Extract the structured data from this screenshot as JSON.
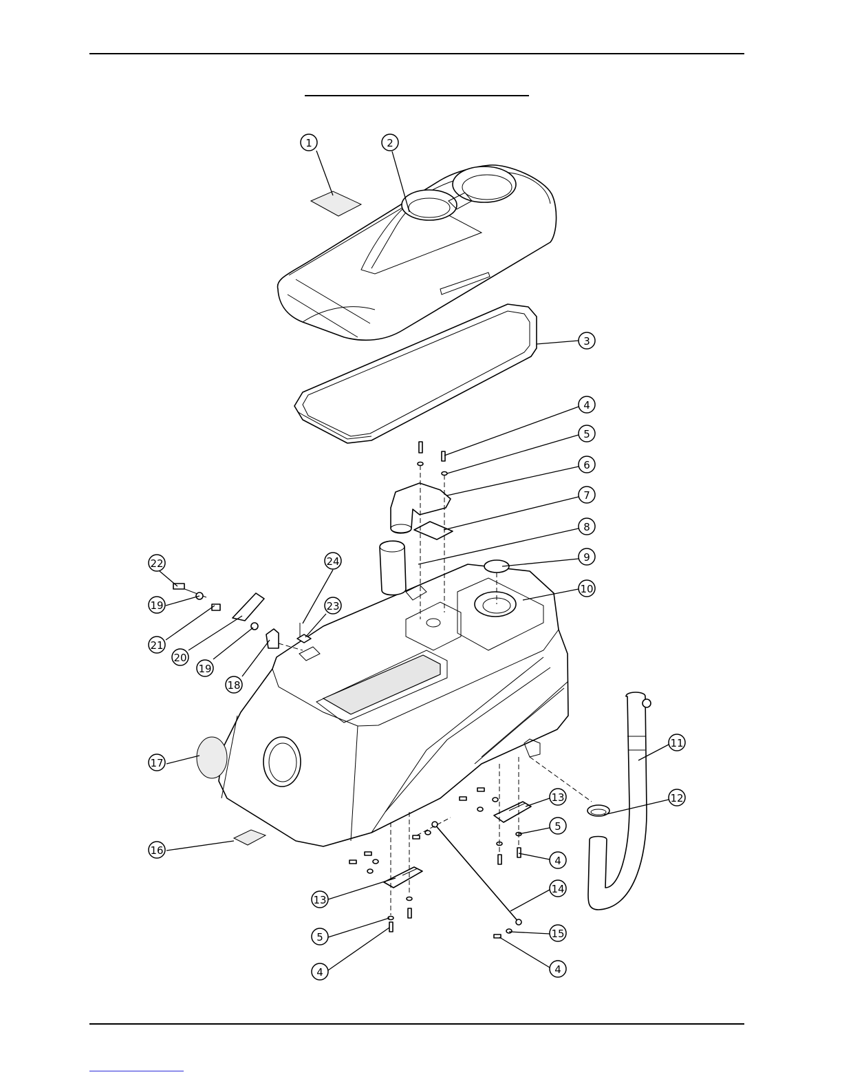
{
  "callouts": [
    {
      "id": "c1",
      "label": "1"
    },
    {
      "id": "c2",
      "label": "2"
    },
    {
      "id": "c3",
      "label": "3"
    },
    {
      "id": "c4a",
      "label": "4"
    },
    {
      "id": "c5a",
      "label": "5"
    },
    {
      "id": "c6",
      "label": "6"
    },
    {
      "id": "c7",
      "label": "7"
    },
    {
      "id": "c8",
      "label": "8"
    },
    {
      "id": "c9",
      "label": "9"
    },
    {
      "id": "c10",
      "label": "10"
    },
    {
      "id": "c11",
      "label": "11"
    },
    {
      "id": "c12",
      "label": "12"
    },
    {
      "id": "c13a",
      "label": "13"
    },
    {
      "id": "c5b",
      "label": "5"
    },
    {
      "id": "c4b",
      "label": "4"
    },
    {
      "id": "c14",
      "label": "14"
    },
    {
      "id": "c15",
      "label": "15"
    },
    {
      "id": "c4c",
      "label": "4"
    },
    {
      "id": "c13b",
      "label": "13"
    },
    {
      "id": "c5c",
      "label": "5"
    },
    {
      "id": "c4d",
      "label": "4"
    },
    {
      "id": "c16",
      "label": "16"
    },
    {
      "id": "c17",
      "label": "17"
    },
    {
      "id": "c18",
      "label": "18"
    },
    {
      "id": "c19a",
      "label": "19"
    },
    {
      "id": "c20",
      "label": "20"
    },
    {
      "id": "c21",
      "label": "21"
    },
    {
      "id": "c22",
      "label": "22"
    },
    {
      "id": "c19b",
      "label": "19"
    },
    {
      "id": "c23",
      "label": "23"
    },
    {
      "id": "c24",
      "label": "24"
    }
  ]
}
